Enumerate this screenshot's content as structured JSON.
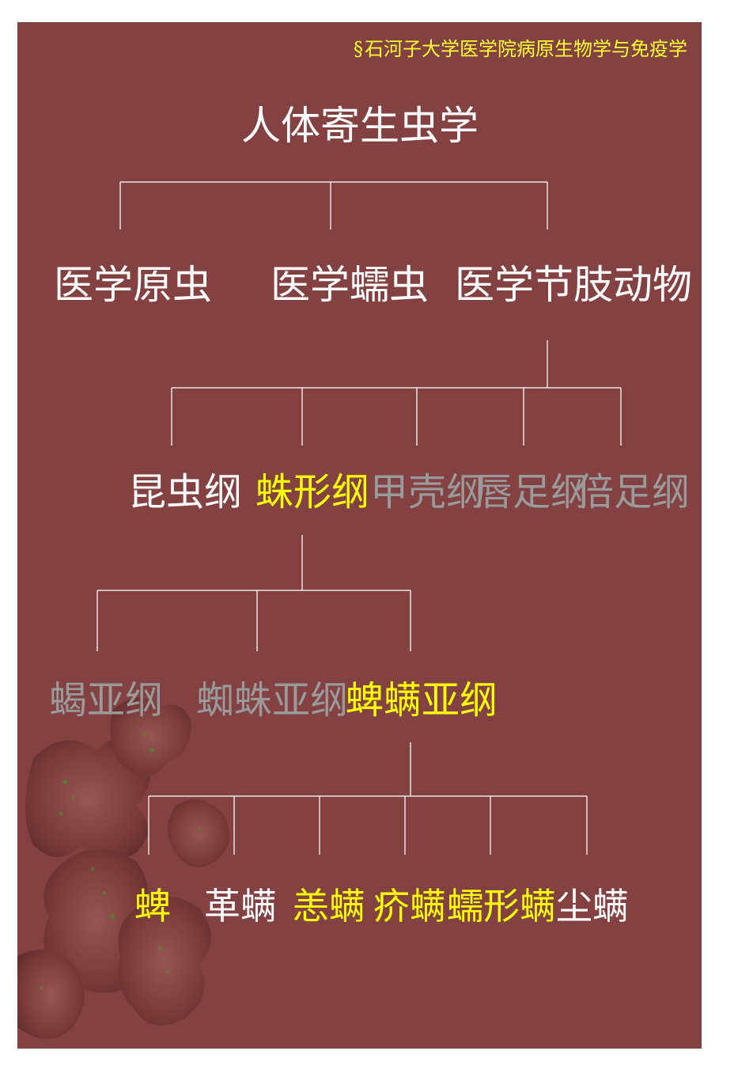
{
  "header": {
    "section_mark": "§",
    "source": "石河子大学医学院病原生物学与免疫学"
  },
  "tree": {
    "root": "人体寄生虫学",
    "level1": [
      "医学原虫",
      "医学蠕虫",
      "医学节肢动物"
    ],
    "level2": [
      "昆虫纲",
      "蛛形纲",
      "甲壳纲",
      "唇足纲",
      "倍足纲"
    ],
    "level3": [
      "蝎亚纲",
      "蜘蛛亚纲",
      "蜱螨亚纲"
    ],
    "level4": [
      "蜱",
      "革螨",
      "恙螨",
      "疥螨",
      "蠕形螨",
      "尘螨"
    ]
  },
  "colors": {
    "background": "#844141",
    "highlight": "#ffff00",
    "normal": "#ffffff",
    "muted": "#9a9a9a",
    "line": "#e6e6e6"
  }
}
